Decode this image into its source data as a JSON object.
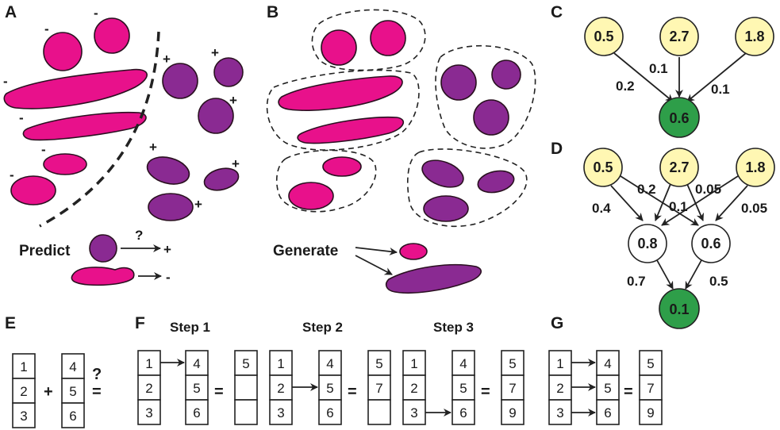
{
  "panels": {
    "a": "A",
    "b": "B",
    "c": "C",
    "d": "D",
    "e": "E",
    "f": "F",
    "g": "G"
  },
  "panel_a": {
    "neg": "-",
    "pos": "+",
    "predict": "Predict",
    "question": "?"
  },
  "panel_b": {
    "generate": "Generate"
  },
  "panel_c": {
    "inputs": [
      "0.5",
      "2.7",
      "1.8"
    ],
    "weights": [
      "0.2",
      "0.1",
      "0.1"
    ],
    "output": "0.6"
  },
  "panel_d": {
    "inputs": [
      "0.5",
      "2.7",
      "1.8"
    ],
    "weights_upper": [
      "0.2",
      "0.05",
      "0.1"
    ],
    "weights_lower": [
      "0.4",
      "0.05"
    ],
    "hidden": [
      "0.8",
      "0.6"
    ],
    "weights_out": [
      "0.7",
      "0.5"
    ],
    "output": "0.1"
  },
  "panel_e": {
    "a": [
      "1",
      "2",
      "3"
    ],
    "b": [
      "4",
      "5",
      "6"
    ],
    "plus": "+",
    "equals": "=",
    "question": "?"
  },
  "panel_f": {
    "steps": [
      "Step 1",
      "Step 2",
      "Step 3"
    ],
    "a": [
      "1",
      "2",
      "3"
    ],
    "b": [
      "4",
      "5",
      "6"
    ],
    "r1": [
      "5",
      "",
      ""
    ],
    "r2": [
      "5",
      "7",
      ""
    ],
    "r3": [
      "5",
      "7",
      "9"
    ],
    "equals": "="
  },
  "panel_g": {
    "a": [
      "1",
      "2",
      "3"
    ],
    "b": [
      "4",
      "5",
      "6"
    ],
    "r": [
      "5",
      "7",
      "9"
    ],
    "equals": "="
  }
}
